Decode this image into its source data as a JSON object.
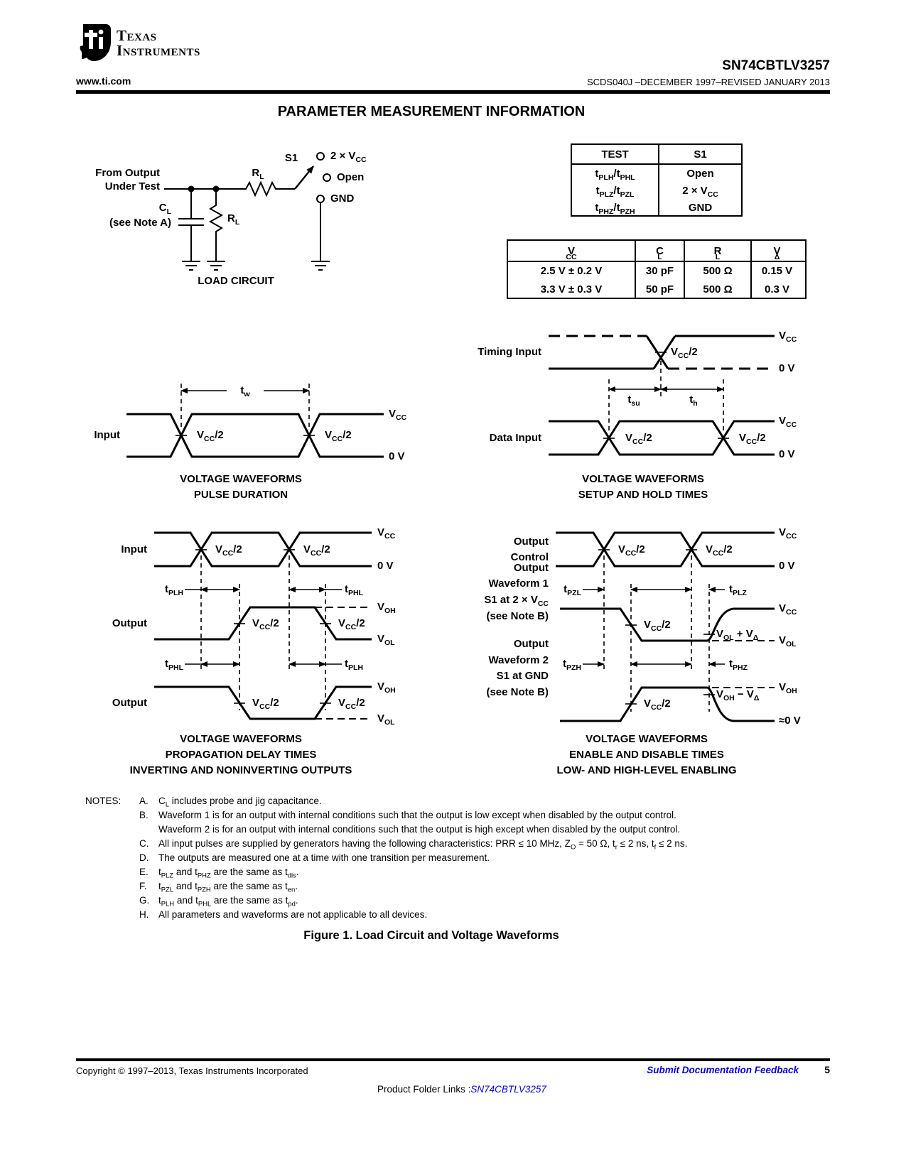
{
  "header": {
    "brand_line1": "Texas",
    "brand_line2": "Instruments",
    "part_number": "SN74CBTLV3257",
    "website": "www.ti.com",
    "doc_line": "SCDS040J –DECEMBER 1997–REVISED JANUARY 2013",
    "title": "PARAMETER MEASUREMENT INFORMATION"
  },
  "load_circuit": {
    "from_line1": "From Output",
    "from_line2": "Under Test",
    "cl": "C~L~",
    "see_note_a": "(see Note A)",
    "rl": "R~L~",
    "s1": "S1",
    "pos_vcc2x": "2 × V~CC~",
    "pos_open": "Open",
    "pos_gnd": "GND",
    "caption": "LOAD CIRCUIT"
  },
  "tables": {
    "test": {
      "headers": [
        "TEST",
        "S1"
      ],
      "col1": [
        "t~PLH~/t~PHL~",
        "t~PLZ~/t~PZL~",
        "t~PHZ~/t~PZH~"
      ],
      "col2": [
        "Open",
        "2 × V~CC~",
        "GND"
      ]
    },
    "cond": {
      "headers": [
        "V~CC~",
        "C~L~",
        "R~L~",
        "V~Δ~"
      ],
      "rows": [
        [
          "2.5 V ± 0.2 V",
          "30 pF",
          "500 Ω",
          "0.15 V"
        ],
        [
          "3.3 V ± 0.3 V",
          "50 pF",
          "500 Ω",
          "0.3 V"
        ]
      ]
    }
  },
  "labels": {
    "vcc": "V~CC~",
    "vcc_half": "V~CC~/2",
    "zero_v": "0 V",
    "approx_zero_v": "≈0 V",
    "voh": "V~OH~",
    "vol": "V~OL~",
    "vol_plus_vd": "V~OL~ + V~Δ~",
    "voh_minus_vd": "V~OH~ − V~Δ~",
    "tw": "t~w~",
    "tsu": "t~su~",
    "th": "t~h~",
    "tplh": "t~PLH~",
    "tphl": "t~PHL~",
    "tpzl": "t~PZL~",
    "tplz": "t~PLZ~",
    "tpzh": "t~PZH~",
    "tphz": "t~PHZ~",
    "input": "Input",
    "output": "Output",
    "timing_input": "Timing Input",
    "data_input": "Data Input",
    "output_control_line1": "Output",
    "output_control_line2": "Control",
    "wf1_line1": "Output",
    "wf1_line2": "Waveform 1",
    "wf1_line3": "S1 at 2 × V~CC~",
    "wf1_line4": "(see Note B)",
    "wf2_line1": "Output",
    "wf2_line2": "Waveform 2",
    "wf2_line3": "S1 at GND",
    "wf2_line4": "(see Note B)"
  },
  "captions": {
    "pulse": [
      "VOLTAGE WAVEFORMS",
      "PULSE DURATION"
    ],
    "setup": [
      "VOLTAGE WAVEFORMS",
      "SETUP AND HOLD TIMES"
    ],
    "prop": [
      "VOLTAGE WAVEFORMS",
      "PROPAGATION DELAY TIMES",
      "INVERTING AND NONINVERTING OUTPUTS"
    ],
    "enable": [
      "VOLTAGE WAVEFORMS",
      "ENABLE AND DISABLE TIMES",
      "LOW- AND HIGH-LEVEL ENABLING"
    ]
  },
  "notes": {
    "label": "NOTES:",
    "items": [
      {
        "id": "A.",
        "lines": [
          "C~L~ includes probe and jig capacitance."
        ]
      },
      {
        "id": "B.",
        "lines": [
          "Waveform 1 is for an output with internal conditions such that the output is low except when disabled by the output control.",
          "Waveform 2 is for an output with internal conditions such that the output is high except when disabled by the output control."
        ]
      },
      {
        "id": "C.",
        "lines": [
          "All input pulses are supplied by generators having the following characteristics: PRR ≤ 10 MHz, Z~O~ = 50 Ω, t~r~ ≤ 2 ns, t~f~ ≤ 2 ns."
        ]
      },
      {
        "id": "D.",
        "lines": [
          "The outputs are measured one at a time with one transition per measurement."
        ]
      },
      {
        "id": "E.",
        "lines": [
          "t~PLZ~ and t~PHZ~ are the same as t~dis~."
        ]
      },
      {
        "id": "F.",
        "lines": [
          "t~PZL~ and t~PZH~ are the same as t~en~."
        ]
      },
      {
        "id": "G.",
        "lines": [
          "t~PLH~ and t~PHL~ are the same as t~pd~."
        ]
      },
      {
        "id": "H.",
        "lines": [
          "All parameters and waveforms are not applicable to all devices."
        ]
      }
    ]
  },
  "figure_caption": "Figure 1. Load Circuit and Voltage Waveforms",
  "footer": {
    "copyright": "Copyright © 1997–2013, Texas Instruments Incorporated",
    "feedback_link": "Submit Documentation Feedback",
    "page_number": "5",
    "product_prefix": "Product Folder Links :",
    "product_link": "SN74CBTLV3257"
  },
  "colors": {
    "ink": "#000000",
    "link_blue": "#0000EE"
  }
}
